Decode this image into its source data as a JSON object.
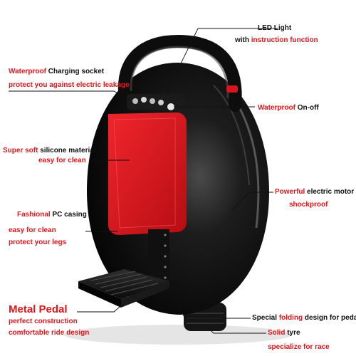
{
  "callouts": {
    "led": {
      "title": "LED Light",
      "sub_black": "with ",
      "sub_red": "instruction function"
    },
    "charging": {
      "title_red": "Waterproof",
      "title_black": " Charging socket",
      "sub": "protect you against electric leakage"
    },
    "onoff": {
      "title_red": "Waterproof",
      "title_black": " On-off"
    },
    "silicone": {
      "title_red": "Super soft",
      "title_black": " silicone material",
      "sub": "easy for clean"
    },
    "motor": {
      "title_red": "Powerful",
      "title_black": " electric motor",
      "sub": "shockproof"
    },
    "casing": {
      "title_red": "Fashional",
      "title_black": " PC casing",
      "sub1": "easy for clean",
      "sub2": "protect your legs"
    },
    "pedal": {
      "title": "Metal  Pedal",
      "sub1": "perfect construction",
      "sub2": "comfortable ride design"
    },
    "folding": {
      "pre": "Special ",
      "red": "folding",
      "post": " design for pedal"
    },
    "tyre": {
      "title_red": "Solid",
      "title_black": " tyre",
      "sub": "specialize for race"
    }
  },
  "colors": {
    "accent_red": "#e8141a",
    "body_black": "#111111",
    "pad_red": "#d8151c"
  }
}
